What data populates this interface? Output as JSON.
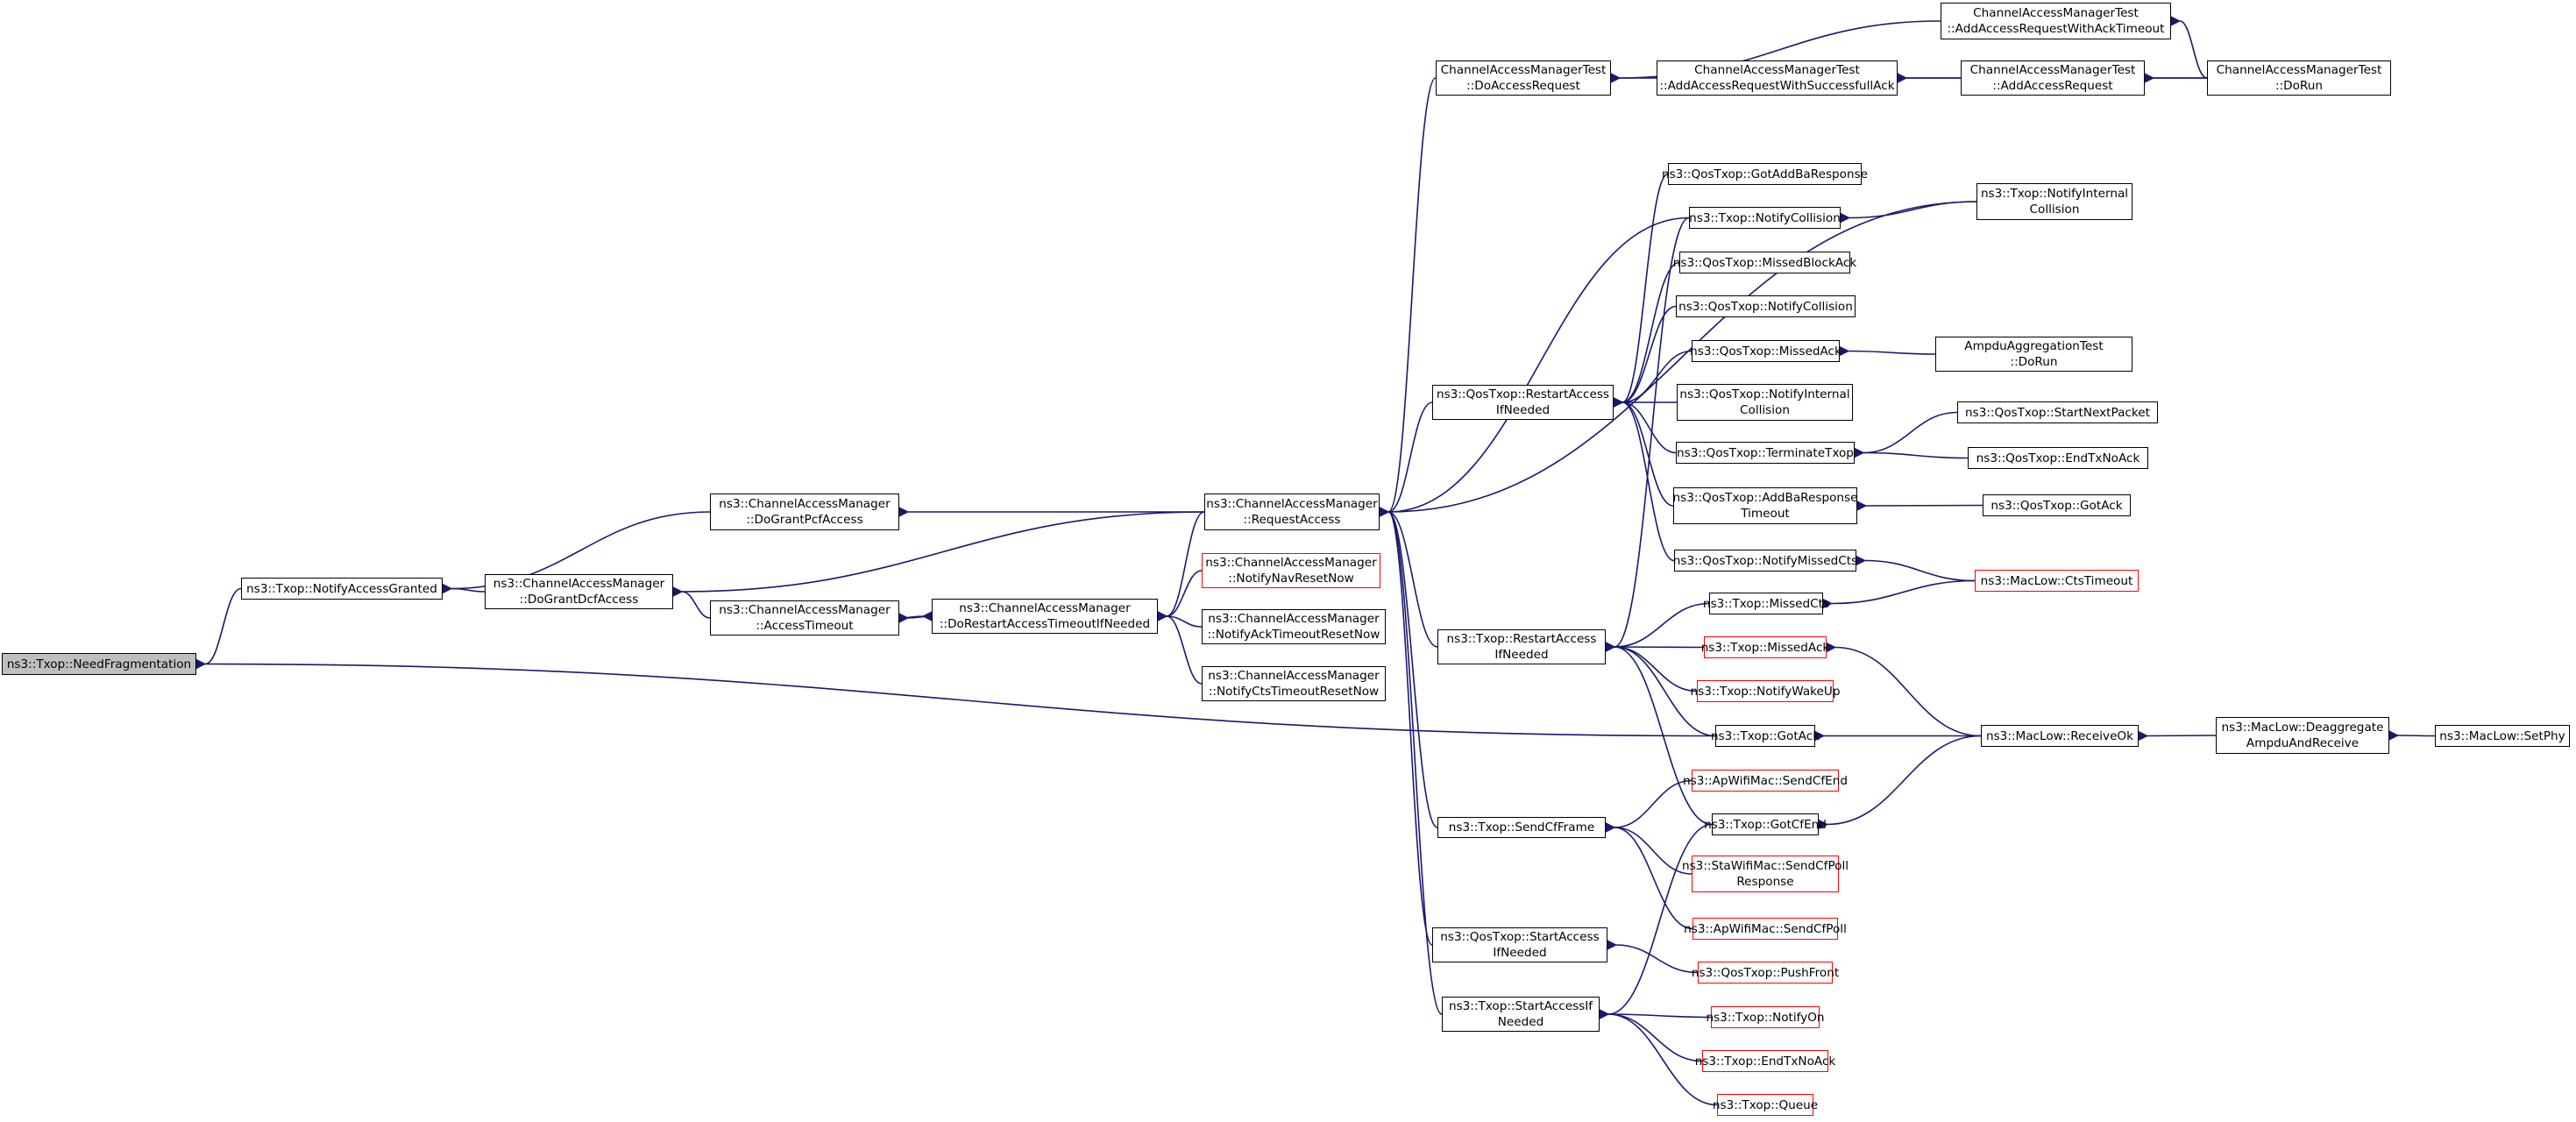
{
  "graph": {
    "colors": {
      "edge": "#191970",
      "border_normal": "#000000",
      "border_truncated": "#ff0000",
      "focus_fill": "#bfbfbf"
    },
    "nodes": [
      {
        "id": "need",
        "lines": [
          "ns3::Txop::NeedFragmentation"
        ],
        "style": "focus"
      },
      {
        "id": "notifyAccessGranted",
        "lines": [
          "ns3::Txop::NotifyAccessGranted"
        ]
      },
      {
        "id": "doGrantPcf",
        "lines": [
          "ns3::ChannelAccessManager",
          "::DoGrantPcfAccess"
        ]
      },
      {
        "id": "doGrantDcf",
        "lines": [
          "ns3::ChannelAccessManager",
          "::DoGrantDcfAccess"
        ]
      },
      {
        "id": "accessTimeout",
        "lines": [
          "ns3::ChannelAccessManager",
          "::AccessTimeout"
        ]
      },
      {
        "id": "doRestart",
        "lines": [
          "ns3::ChannelAccessManager",
          "::DoRestartAccessTimeoutIfNeeded"
        ]
      },
      {
        "id": "requestAccess",
        "lines": [
          "ns3::ChannelAccessManager",
          "::RequestAccess"
        ]
      },
      {
        "id": "notifyNav",
        "lines": [
          "ns3::ChannelAccessManager",
          "::NotifyNavResetNow"
        ],
        "style": "red"
      },
      {
        "id": "notifyAckTo",
        "lines": [
          "ns3::ChannelAccessManager",
          "::NotifyAckTimeoutResetNow"
        ]
      },
      {
        "id": "notifyCtsTo",
        "lines": [
          "ns3::ChannelAccessManager",
          "::NotifyCtsTimeoutResetNow"
        ]
      },
      {
        "id": "camtDoAccess",
        "lines": [
          "ChannelAccessManagerTest",
          "::DoAccessRequest"
        ]
      },
      {
        "id": "camtSuccess",
        "lines": [
          "ChannelAccessManagerTest",
          "::AddAccessRequestWithSuccessfullAck"
        ]
      },
      {
        "id": "camtAckTimeout",
        "lines": [
          "ChannelAccessManagerTest",
          "::AddAccessRequestWithAckTimeout"
        ]
      },
      {
        "id": "camtAdd",
        "lines": [
          "ChannelAccessManagerTest",
          "::AddAccessRequest"
        ]
      },
      {
        "id": "camtRun",
        "lines": [
          "ChannelAccessManagerTest",
          "::DoRun"
        ]
      },
      {
        "id": "qosRestart",
        "lines": [
          "ns3::QosTxop::RestartAccess",
          "IfNeeded"
        ]
      },
      {
        "id": "txopRestart",
        "lines": [
          "ns3::Txop::RestartAccess",
          "IfNeeded"
        ]
      },
      {
        "id": "sendCf",
        "lines": [
          "ns3::Txop::SendCfFrame"
        ]
      },
      {
        "id": "qosStart",
        "lines": [
          "ns3::QosTxop::StartAccess",
          "IfNeeded"
        ]
      },
      {
        "id": "txopStart",
        "lines": [
          "ns3::Txop::StartAccessIf",
          "Needed"
        ]
      },
      {
        "id": "gotAddBa",
        "lines": [
          "ns3::QosTxop::GotAddBaResponse"
        ]
      },
      {
        "id": "txNotifyColl",
        "lines": [
          "ns3::Txop::NotifyCollision"
        ]
      },
      {
        "id": "txNotifyInt",
        "lines": [
          "ns3::Txop::NotifyInternal",
          "Collision"
        ]
      },
      {
        "id": "missedBlockAck",
        "lines": [
          "ns3::QosTxop::MissedBlockAck"
        ]
      },
      {
        "id": "qosNotifyColl",
        "lines": [
          "ns3::QosTxop::NotifyCollision"
        ]
      },
      {
        "id": "qosMissedAck",
        "lines": [
          "ns3::QosTxop::MissedAck"
        ]
      },
      {
        "id": "ampduRun",
        "lines": [
          "AmpduAggregationTest",
          "::DoRun"
        ]
      },
      {
        "id": "qosNotifyInt",
        "lines": [
          "ns3::QosTxop::NotifyInternal",
          "Collision"
        ]
      },
      {
        "id": "qosTerminate",
        "lines": [
          "ns3::QosTxop::TerminateTxop"
        ]
      },
      {
        "id": "qosStartNext",
        "lines": [
          "ns3::QosTxop::StartNextPacket"
        ]
      },
      {
        "id": "qosEndTxNoAck",
        "lines": [
          "ns3::QosTxop::EndTxNoAck"
        ]
      },
      {
        "id": "qosAddBaTimeout",
        "lines": [
          "ns3::QosTxop::AddBaResponse",
          "Timeout"
        ]
      },
      {
        "id": "qosGotAck",
        "lines": [
          "ns3::QosTxop::GotAck"
        ]
      },
      {
        "id": "qosNotifyMissedCts",
        "lines": [
          "ns3::QosTxop::NotifyMissedCts"
        ]
      },
      {
        "id": "macCtsTimeout",
        "lines": [
          "ns3::MacLow::CtsTimeout"
        ],
        "style": "red"
      },
      {
        "id": "txMissedCts",
        "lines": [
          "ns3::Txop::MissedCts"
        ]
      },
      {
        "id": "txMissedAck",
        "lines": [
          "ns3::Txop::MissedAck"
        ],
        "style": "red"
      },
      {
        "id": "txNotifyWake",
        "lines": [
          "ns3::Txop::NotifyWakeUp"
        ],
        "style": "red"
      },
      {
        "id": "txGotAck",
        "lines": [
          "ns3::Txop::GotAck"
        ]
      },
      {
        "id": "macReceiveOk",
        "lines": [
          "ns3::MacLow::ReceiveOk"
        ]
      },
      {
        "id": "macDeagg",
        "lines": [
          "ns3::MacLow::Deaggregate",
          "AmpduAndReceive"
        ]
      },
      {
        "id": "macSetPhy",
        "lines": [
          "ns3::MacLow::SetPhy"
        ]
      },
      {
        "id": "apSendCfEnd",
        "lines": [
          "ns3::ApWifiMac::SendCfEnd"
        ],
        "style": "red"
      },
      {
        "id": "txGotCfEnd",
        "lines": [
          "ns3::Txop::GotCfEnd"
        ]
      },
      {
        "id": "staSendCfPoll",
        "lines": [
          "ns3::StaWifiMac::SendCfPoll",
          "Response"
        ],
        "style": "red"
      },
      {
        "id": "apSendCfPoll",
        "lines": [
          "ns3::ApWifiMac::SendCfPoll"
        ],
        "style": "red"
      },
      {
        "id": "qosPushFront",
        "lines": [
          "ns3::QosTxop::PushFront"
        ],
        "style": "red"
      },
      {
        "id": "txNotifyOn",
        "lines": [
          "ns3::Txop::NotifyOn"
        ],
        "style": "red"
      },
      {
        "id": "txEndTxNoAck",
        "lines": [
          "ns3::Txop::EndTxNoAck"
        ],
        "style": "red"
      },
      {
        "id": "txQueue",
        "lines": [
          "ns3::Txop::Queue"
        ],
        "style": "red"
      }
    ]
  }
}
